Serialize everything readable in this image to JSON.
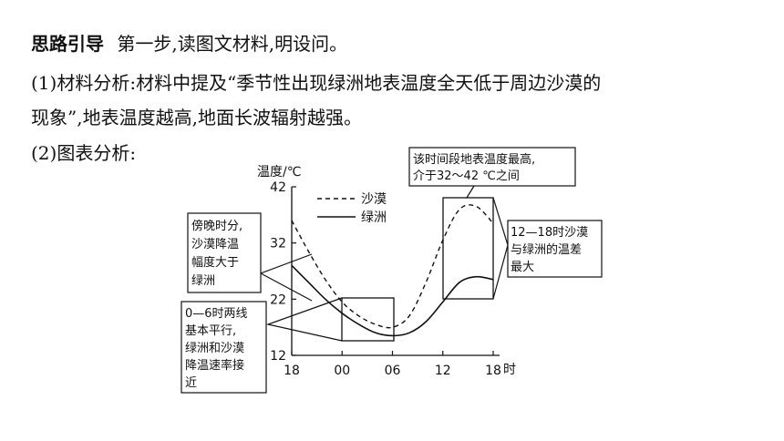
{
  "text": {
    "heading": "思路引导",
    "step1": "第一步,读图文材料,明设问。",
    "para1_line1": "(1)材料分析:材料中提及“季节性出现绿洲地表温度全天低于周边沙漠的",
    "para1_line2": "现象”,地表温度越高,地面长波辐射越强。",
    "para2": "(2)图表分析:"
  },
  "chart_data": {
    "type": "line",
    "ylabel": "温度/℃",
    "xlabel": "时",
    "x_ticks": [
      "18",
      "00",
      "06",
      "12",
      "18"
    ],
    "y_ticks": [
      12,
      22,
      32,
      42
    ],
    "ylim": [
      12,
      42
    ],
    "x_hours": [
      18,
      20,
      22,
      24,
      26,
      28,
      30,
      32,
      34,
      36,
      38,
      40,
      42
    ],
    "series": [
      {
        "name": "沙漠",
        "style": "dashed",
        "values": [
          36,
          30.5,
          25.5,
          21.5,
          19,
          17.5,
          17,
          19,
          25,
          32.5,
          38,
          38.5,
          35.5
        ]
      },
      {
        "name": "绿洲",
        "style": "solid",
        "values": [
          28,
          25,
          22,
          19.5,
          17.5,
          16,
          15.5,
          16,
          18,
          21.5,
          25,
          26,
          25.5
        ]
      }
    ],
    "annotations": [
      {
        "id": "dusk",
        "lines": [
          "傍晚时分,",
          "沙漠降温",
          "幅度大于",
          "绿洲"
        ]
      },
      {
        "id": "night",
        "lines": [
          "0—6时两线",
          "基本平行,",
          "绿洲和沙漠",
          "降温速率接",
          "近"
        ]
      },
      {
        "id": "peak",
        "lines": [
          "该时间段地表温度最高,",
          "介于32～42 ℃之间"
        ]
      },
      {
        "id": "diff",
        "lines": [
          "12—18时沙漠",
          "与绿洲的温差",
          "最大"
        ]
      }
    ]
  }
}
